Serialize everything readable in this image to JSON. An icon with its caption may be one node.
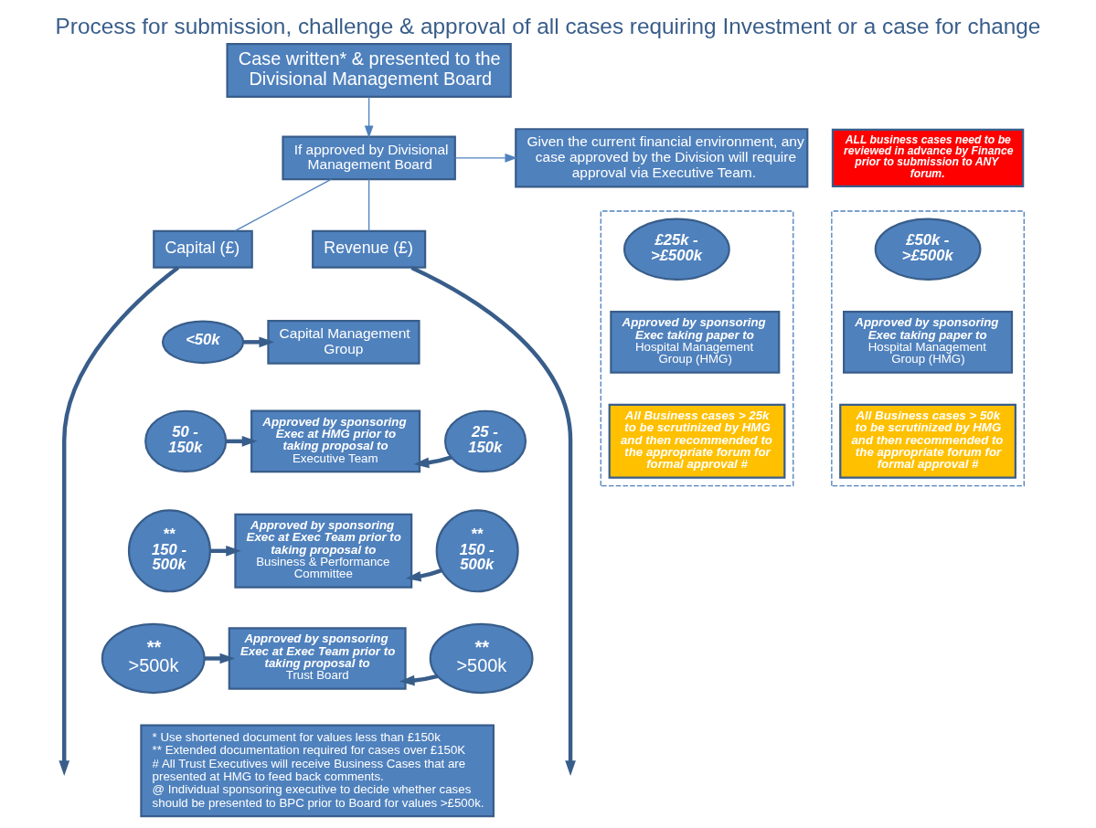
{
  "diagram": {
    "title": "Process for submission, challenge & approval of all cases requiring Investment or a case for change",
    "nodes": [
      {
        "text": [
          "Case written* & presented to the Divisional Management Board"
        ]
      },
      {
        "text": [
          "If approved by Divisional Management Board"
        ]
      },
      {
        "text": [
          "Given the current financial environment, any case approved by the Division will require approval via Executive Team."
        ]
      },
      {
        "text": [
          "ALL business cases need to be reviewed in advance by Finance prior to submission to ANY forum."
        ]
      },
      {
        "text": [
          "Capital (£)"
        ]
      },
      {
        "text": [
          "Revenue (£)"
        ]
      },
      {
        "text": [
          "<50k"
        ]
      },
      {
        "text": [
          "Capital Management Group"
        ]
      },
      {
        "text": [
          "50 - 150k"
        ]
      },
      {
        "text": [
          "Approved by sponsoring Exec at HMG prior to taking proposal to",
          "Executive Team"
        ]
      },
      {
        "text": [
          "25 - 150k"
        ]
      },
      {
        "text": [
          "**",
          "150 - 500k"
        ]
      },
      {
        "text": [
          "Approved by sponsoring Exec at Exec Team prior to taking proposal to",
          "Business & Performance Committee"
        ]
      },
      {
        "text": [
          "**",
          "150 - 500k"
        ]
      },
      {
        "text": [
          "**",
          ">500k"
        ]
      },
      {
        "text": [
          "Approved by sponsoring Exec at Exec Team prior to taking proposal to",
          "Trust Board"
        ]
      },
      {
        "text": [
          "**",
          ">500k"
        ]
      },
      {
        "text": [],
        "shape": "box"
      },
      {
        "text": [
          "£50k - >£500k"
        ],
        "in": 17
      },
      {
        "text": [
          "Approved by sponsoring Exec taking paper to",
          "Hospital Management Group (HMG)"
        ],
        "in": 17
      },
      {
        "text": [
          "All Business cases > 50k to be scrutinized by HMG and then recommended to the appropriate forum for formal approval #"
        ],
        "in": 17
      },
      {
        "text": [],
        "shape": "box"
      },
      {
        "text": [
          "£25k - >£500k"
        ],
        "in": 21
      },
      {
        "text": [
          "Approved by sponsoring Exec taking paper to",
          "Hospital Management Group (HMG)"
        ],
        "in": 21
      },
      {
        "text": [
          "All Business cases > 25k to be scrutinized by HMG and then recommended to the appropriate forum for formal approval #"
        ],
        "in": 21
      },
      {
        "text": [
          "* Use shortened document for values less than £150k",
          "** Extended documentation required for cases over £150K",
          "# All Trust Executives will receive Business Cases that are presented at HMG to feed back comments.",
          "@ Individual sponsoring executive to decide whether cases should be presented to BPC prior to Board for values >£500k."
        ]
      }
    ],
    "edges": [
      {
        "from": 0,
        "to": 1,
        "arrow": "to",
        "color": "#4f81bd"
      },
      {
        "from": 1,
        "to": 2,
        "arrow": "to",
        "color": "#4f81bd"
      },
      {
        "from": 1,
        "to": 4,
        "arrow": "none",
        "color": "#4f81bd"
      },
      {
        "from": 1,
        "to": 5,
        "arrow": "none",
        "color": "#4f81bd"
      },
      {
        "from": 4,
        "to": null,
        "arrow": "to"
      },
      {
        "from": 5,
        "to": null,
        "arrow": "to"
      },
      {
        "from": 6,
        "to": 7,
        "arrow": "to"
      },
      {
        "from": 8,
        "to": 9,
        "arrow": "to"
      },
      {
        "from": 10,
        "to": 9,
        "arrow": "to"
      },
      {
        "from": 11,
        "to": 12,
        "arrow": "to"
      },
      {
        "from": 13,
        "to": 12,
        "arrow": "to"
      },
      {
        "from": 14,
        "to": 15,
        "arrow": "to"
      },
      {
        "from": 16,
        "to": 15,
        "arrow": "to"
      }
    ]
  }
}
